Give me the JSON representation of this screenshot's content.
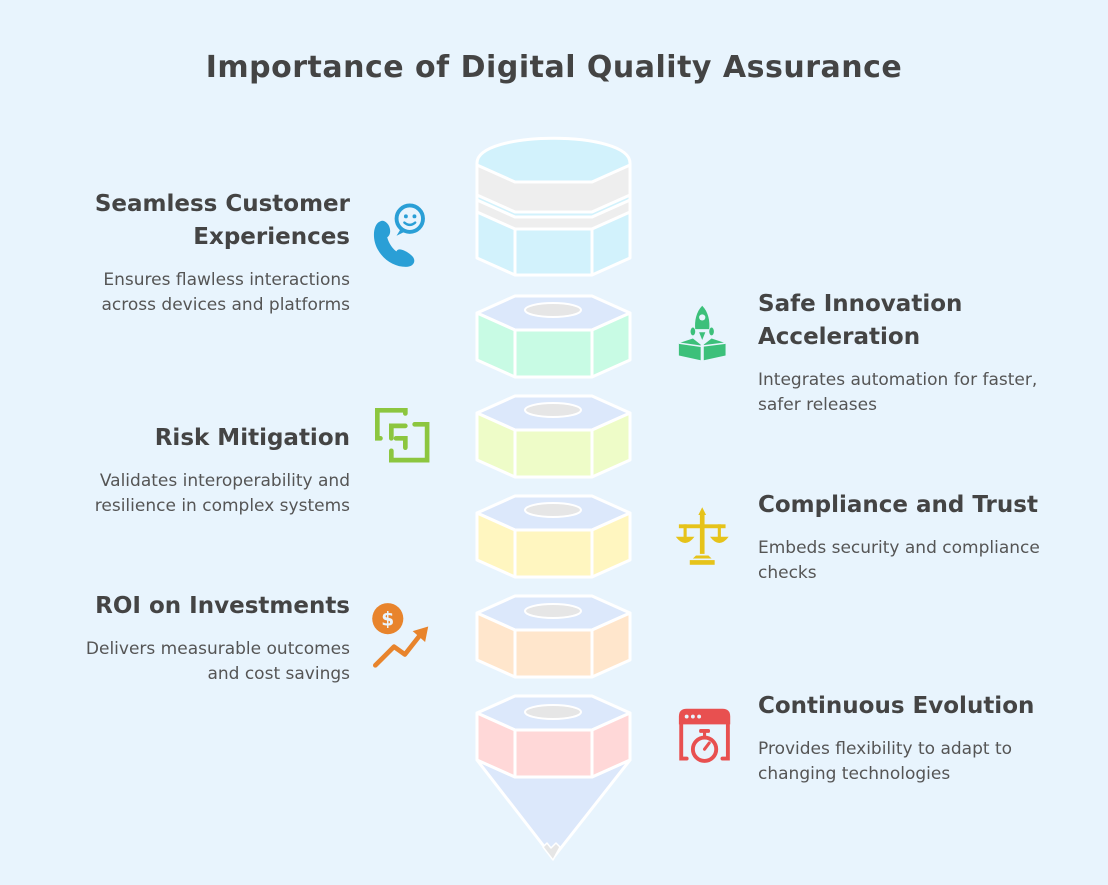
{
  "title": "Importance of Digital Quality Assurance",
  "items": [
    {
      "heading": "Seamless Customer Experiences",
      "description": "Ensures flawless interactions across devices and platforms",
      "icon": "phone-chat-smile-icon",
      "color": "#2a9fd6",
      "side": "left"
    },
    {
      "heading": "Safe Innovation Acceleration",
      "description": "Integrates automation for faster, safer releases",
      "icon": "rocket-launch-icon",
      "color": "#3cc07a",
      "side": "right"
    },
    {
      "heading": "Risk Mitigation",
      "description": "Validates interoperability and resilience in complex systems",
      "icon": "overlapping-squares-icon",
      "color": "#8cc63f",
      "side": "left"
    },
    {
      "heading": "Compliance and Trust",
      "description": "Embeds security and compliance checks",
      "icon": "balance-scale-icon",
      "color": "#e6c31a",
      "side": "right"
    },
    {
      "heading": "ROI on Investments",
      "description": "Delivers measurable outcomes and cost savings",
      "icon": "dollar-growth-icon",
      "color": "#e8842c",
      "side": "left"
    },
    {
      "heading": "Continuous Evolution",
      "description": "Provides flexibility to adapt to changing technologies",
      "icon": "browser-stopwatch-icon",
      "color": "#e85050",
      "side": "right"
    }
  ],
  "stack_colors": {
    "top_cap": "#d2f2fc",
    "segments": [
      "#c8fbe4",
      "#eefcc8",
      "#fff6c0",
      "#ffe6cc",
      "#ffd8d8"
    ],
    "segment_tops": "#dce8fb",
    "cone": "#dce8fb"
  }
}
